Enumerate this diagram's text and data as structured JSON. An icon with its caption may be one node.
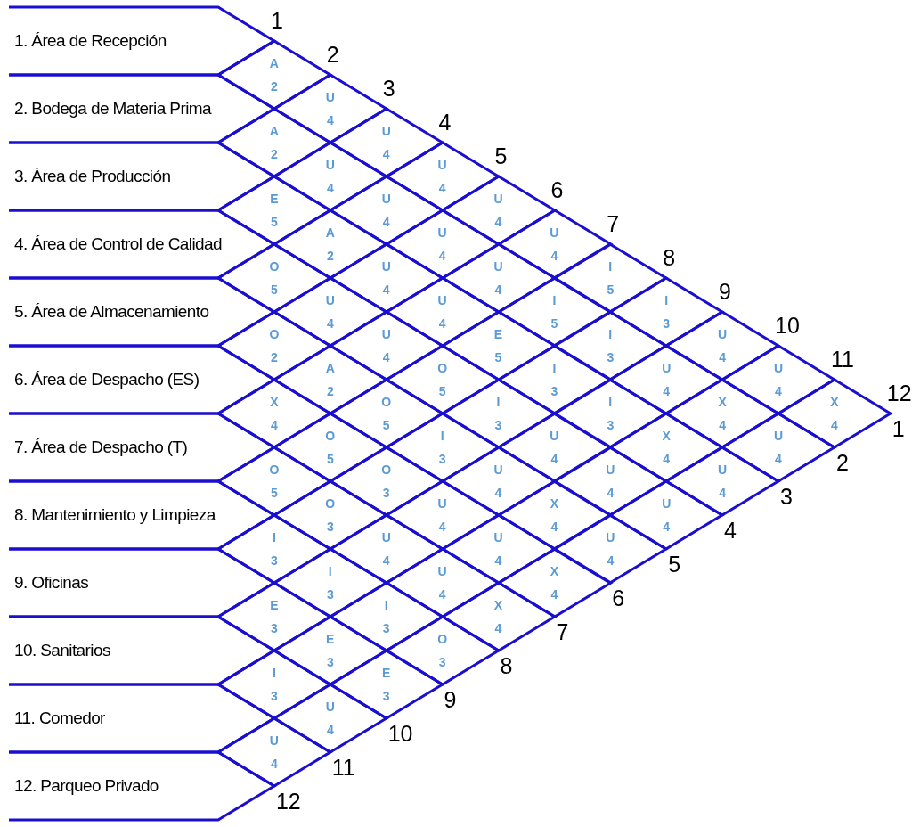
{
  "diagram": {
    "nodes": [
      {
        "text": [
          "1. Área de Recepción"
        ]
      },
      {
        "text": [
          "2. Bodega de Materia Prima"
        ]
      },
      {
        "text": [
          "3. Área de Producción"
        ]
      },
      {
        "text": [
          "4. Área de Control de Calidad"
        ]
      },
      {
        "text": [
          "5. Área de Almacenamiento"
        ]
      },
      {
        "text": [
          "6. Área de Despacho (ES)"
        ]
      },
      {
        "text": [
          "7. Área de Despacho (T)"
        ]
      },
      {
        "text": [
          "8. Mantenimiento y Limpieza"
        ]
      },
      {
        "text": [
          "9. Oficinas"
        ]
      },
      {
        "text": [
          "10. Sanitarios"
        ]
      },
      {
        "text": [
          "11. Comedor"
        ]
      },
      {
        "text": [
          "12. Parqueo Privado"
        ]
      },
      {
        "text": [
          "A",
          "2"
        ]
      },
      {
        "text": [
          "U",
          "4"
        ]
      },
      {
        "text": [
          "U",
          "4"
        ]
      },
      {
        "text": [
          "U",
          "4"
        ]
      },
      {
        "text": [
          "U",
          "4"
        ]
      },
      {
        "text": [
          "U",
          "4"
        ]
      },
      {
        "text": [
          "I",
          "5"
        ]
      },
      {
        "text": [
          "I",
          "3"
        ]
      },
      {
        "text": [
          "U",
          "4"
        ]
      },
      {
        "text": [
          "U",
          "4"
        ]
      },
      {
        "text": [
          "X",
          "4"
        ]
      },
      {
        "text": [
          "A",
          "2"
        ]
      },
      {
        "text": [
          "U",
          "4"
        ]
      },
      {
        "text": [
          "U",
          "4"
        ]
      },
      {
        "text": [
          "U",
          "4"
        ]
      },
      {
        "text": [
          "U",
          "4"
        ]
      },
      {
        "text": [
          "I",
          "5"
        ]
      },
      {
        "text": [
          "I",
          "3"
        ]
      },
      {
        "text": [
          "U",
          "4"
        ]
      },
      {
        "text": [
          "X",
          "4"
        ]
      },
      {
        "text": [
          "U",
          "4"
        ]
      },
      {
        "text": [
          "E",
          "5"
        ]
      },
      {
        "text": [
          "A",
          "2"
        ]
      },
      {
        "text": [
          "U",
          "4"
        ]
      },
      {
        "text": [
          "U",
          "4"
        ]
      },
      {
        "text": [
          "E",
          "5"
        ]
      },
      {
        "text": [
          "I",
          "3"
        ]
      },
      {
        "text": [
          "I",
          "3"
        ]
      },
      {
        "text": [
          "X",
          "4"
        ]
      },
      {
        "text": [
          "U",
          "4"
        ]
      },
      {
        "text": [
          "O",
          "5"
        ]
      },
      {
        "text": [
          "U",
          "4"
        ]
      },
      {
        "text": [
          "U",
          "4"
        ]
      },
      {
        "text": [
          "O",
          "5"
        ]
      },
      {
        "text": [
          "I",
          "3"
        ]
      },
      {
        "text": [
          "U",
          "4"
        ]
      },
      {
        "text": [
          "U",
          "4"
        ]
      },
      {
        "text": [
          "U",
          "4"
        ]
      },
      {
        "text": [
          "O",
          "2"
        ]
      },
      {
        "text": [
          "A",
          "2"
        ]
      },
      {
        "text": [
          "O",
          "5"
        ]
      },
      {
        "text": [
          "I",
          "3"
        ]
      },
      {
        "text": [
          "U",
          "4"
        ]
      },
      {
        "text": [
          "X",
          "4"
        ]
      },
      {
        "text": [
          "U",
          "4"
        ]
      },
      {
        "text": [
          "X",
          "4"
        ]
      },
      {
        "text": [
          "O",
          "5"
        ]
      },
      {
        "text": [
          "O",
          "3"
        ]
      },
      {
        "text": [
          "U",
          "4"
        ]
      },
      {
        "text": [
          "U",
          "4"
        ]
      },
      {
        "text": [
          "X",
          "4"
        ]
      },
      {
        "text": [
          "O",
          "5"
        ]
      },
      {
        "text": [
          "O",
          "3"
        ]
      },
      {
        "text": [
          "U",
          "4"
        ]
      },
      {
        "text": [
          "U",
          "4"
        ]
      },
      {
        "text": [
          "X",
          "4"
        ]
      },
      {
        "text": [
          "I",
          "3"
        ]
      },
      {
        "text": [
          "I",
          "3"
        ]
      },
      {
        "text": [
          "I",
          "3"
        ]
      },
      {
        "text": [
          "O",
          "3"
        ]
      },
      {
        "text": [
          "E",
          "3"
        ]
      },
      {
        "text": [
          "E",
          "3"
        ]
      },
      {
        "text": [
          "E",
          "3"
        ]
      },
      {
        "text": [
          "I",
          "3"
        ]
      },
      {
        "text": [
          "U",
          "4"
        ]
      },
      {
        "text": [
          "U",
          "4"
        ]
      }
    ],
    "labels": [
      "1",
      "2",
      "3",
      "4",
      "5",
      "6",
      "7",
      "8",
      "9",
      "10",
      "11",
      "12",
      "1",
      "2",
      "3",
      "4",
      "5",
      "6",
      "7",
      "8",
      "9",
      "10",
      "11",
      "12"
    ]
  }
}
